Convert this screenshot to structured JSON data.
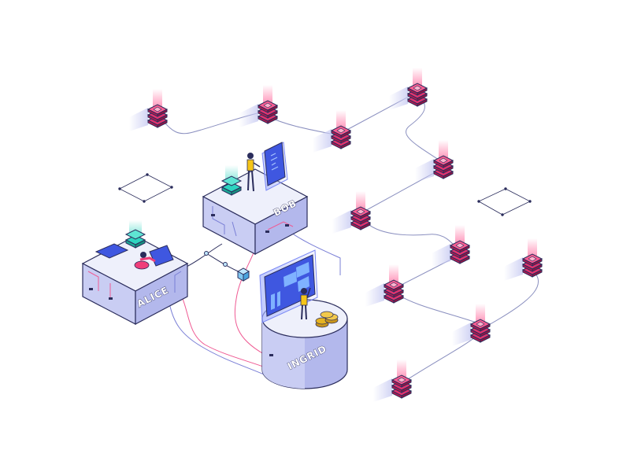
{
  "labels": {
    "alice": "ALICE",
    "bob": "BOB",
    "ingrid": "INGRID"
  },
  "colors": {
    "outline": "#2b2d5c",
    "box_top": "#eef0fb",
    "box_left": "#c9cdf3",
    "box_right": "#b3b8ec",
    "node_pink": "#e0336e",
    "node_dark": "#b8194f",
    "cable_pink": "#ef5a93",
    "cable_purple": "#7a7fd6",
    "screen_blue": "#3f57e0",
    "accent_cyan": "#2dd4bf",
    "person_yellow": "#f5c518",
    "coin_gold": "#e6b422"
  },
  "icons": {
    "peer_node": "server-stack-icon",
    "client_node": "server-stack-icon",
    "coin": "coin-icon",
    "screen": "dashboard-screen-icon"
  }
}
